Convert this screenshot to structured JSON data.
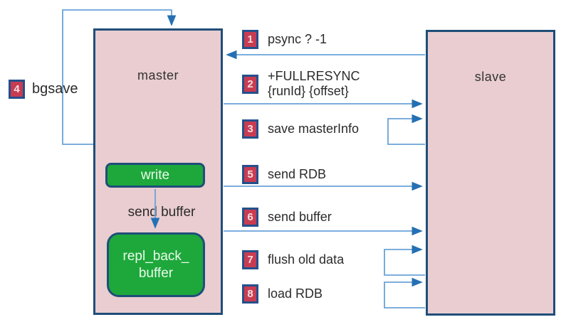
{
  "title": "redis master-slave full resync flow diagram",
  "colors": {
    "box_fill": "#e9cdd1",
    "box_border": "#1f4e79",
    "green_fill": "#1ea83c",
    "badge_fill": "#c83c52",
    "badge_border": "#24508c",
    "arrow_line": "#6aa3d8",
    "arrow_head": "#2470b3",
    "text": "#2b2b2b"
  },
  "nodes": {
    "master": "master",
    "slave": "slave",
    "write": "write",
    "repl_back_buffer": "repl_back_\nbuffer",
    "send_buffer_inner": "send buffer"
  },
  "bgsave": {
    "num": "4",
    "label": "bgsave"
  },
  "messages": [
    {
      "num": "1",
      "label": "psync ? -1"
    },
    {
      "num": "2",
      "label": "+FULLRESYNC\n{runId} {offset}"
    },
    {
      "num": "3",
      "label": "save masterInfo"
    },
    {
      "num": "5",
      "label": "send RDB"
    },
    {
      "num": "6",
      "label": "send buffer"
    },
    {
      "num": "7",
      "label": "flush old data"
    },
    {
      "num": "8",
      "label": "load RDB"
    }
  ],
  "connections": [
    {
      "from": "slave",
      "to": "master",
      "step": "1",
      "shape": "straight-left"
    },
    {
      "from": "master",
      "to": "slave",
      "step": "2",
      "shape": "straight-right"
    },
    {
      "from": "slave",
      "to": "slave",
      "step": "3",
      "shape": "self-loop"
    },
    {
      "from": "master",
      "to": "master",
      "step": "4",
      "shape": "self-loop-bgsave"
    },
    {
      "from": "master",
      "to": "slave",
      "step": "5",
      "shape": "straight-right"
    },
    {
      "from": "master",
      "to": "slave",
      "step": "6",
      "shape": "straight-right"
    },
    {
      "from": "slave",
      "to": "slave",
      "step": "7",
      "shape": "self-loop"
    },
    {
      "from": "slave",
      "to": "slave",
      "step": "8",
      "shape": "self-loop"
    },
    {
      "from": "write",
      "to": "repl_back_buffer",
      "step": "",
      "shape": "straight-down"
    }
  ]
}
